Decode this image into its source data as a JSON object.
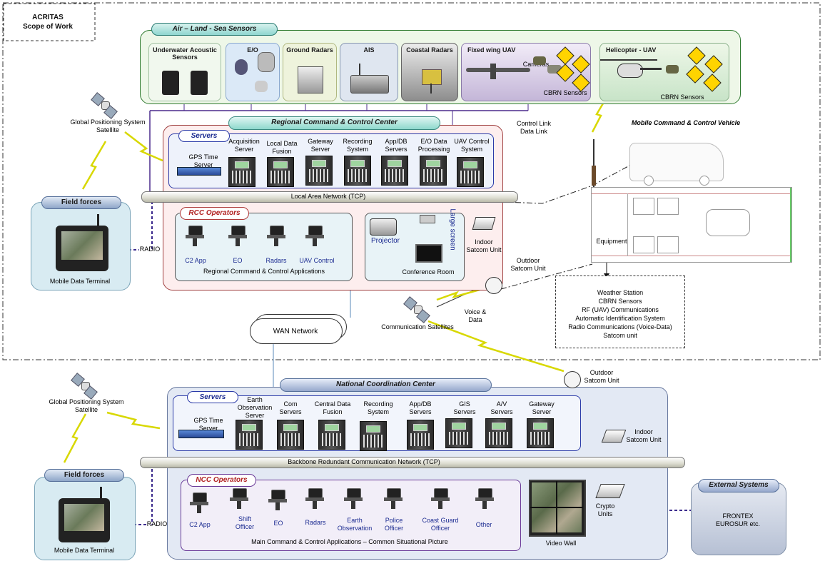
{
  "scope": {
    "title": "ACRITAS\nScope of Work"
  },
  "sensors": {
    "title": "Air – Land - Sea Sensors",
    "items": [
      {
        "label": "Underwater Acoustic\nSensors"
      },
      {
        "label": "E/O"
      },
      {
        "label": "Ground Radars"
      },
      {
        "label": "AIS"
      },
      {
        "label": "Coastal Radars"
      },
      {
        "label": "Fixed wing UAV"
      },
      {
        "label": "Helicopter - UAV"
      }
    ],
    "cameras": "Cameras",
    "cbrn_fixed": "CBRN Sensors",
    "cbrn_heli": "CBRN Sensors"
  },
  "rcc": {
    "title": "Regional Command & Control Center",
    "servers_title": "Servers",
    "gps_time_server": "GPS Time\nServer",
    "servers": [
      "Acquisition\nServer",
      "Local Data\nFusion",
      "Gateway\nServer",
      "Recording\nSystem",
      "App/DB\nServers",
      "E/O Data\nProcessing",
      "UAV Control\nSystem"
    ],
    "lan": "Local Area Network (TCP)",
    "operators_title": "RCC Operators",
    "operators": [
      "C2 App",
      "EO",
      "Radars",
      "UAV Control"
    ],
    "apps": "Regional Command & Control Applications",
    "projector": "Projector",
    "large_screen": "Large screen",
    "conference_room": "Conference Room",
    "indoor_satcom": "Indoor\nSatcom Unit"
  },
  "links": {
    "gps_satellite_top": "Global Positioning System\nSatellite",
    "gps_satellite_bottom": "Global Positioning System\nSatellite",
    "control_link": "Control Link\nData Link",
    "radio_top": "RADIO",
    "radio_bottom": "RADIO",
    "wan": "WAN Network",
    "comm_satellites": "Communication Satellites",
    "voice_data": "Voice &\nData",
    "outdoor_satcom_top": "Outdoor\nSatcom Unit",
    "outdoor_satcom_bottom": "Outdoor\nSatcom Unit"
  },
  "field_forces_top": {
    "title": "Field forces",
    "device": "Mobile Data Terminal"
  },
  "field_forces_bottom": {
    "title": "Field forces",
    "device": "Mobile Data Terminal"
  },
  "vehicle": {
    "title": "Mobile Command & Control Vehicle",
    "equipment": "Equipment",
    "list": [
      "Weather Station",
      "CBRN Sensors",
      "RF (UAV) Communications",
      "Automatic Identification System",
      "Radio Communications (Voice-Data)",
      "Satcom unit"
    ]
  },
  "ncc": {
    "title": "National Coordination Center",
    "servers_title": "Servers",
    "gps_time_server": "GPS Time\nServer",
    "servers": [
      "Earth\nObservation\nServer",
      "Com\nServers",
      "Central Data\nFusion",
      "Recording\nSystem",
      "App/DB\nServers",
      "GIS\nServers",
      "A/V\nServers",
      "Gateway\nServer"
    ],
    "backbone": "Backbone Redundant Communication Network (TCP)",
    "operators_title": "NCC Operators",
    "operators": [
      "C2 App",
      "Shift\nOfficer",
      "EO",
      "Radars",
      "Earth\nObservation",
      "Police\nOfficer",
      "Coast Guard\nOfficer",
      "Other"
    ],
    "apps": "Main Command & Control Applications – Common Situational Picture",
    "video_wall": "Video Wall",
    "crypto": "Crypto\nUnits",
    "indoor_satcom": "Indoor\nSatcom Unit"
  },
  "external": {
    "title": "External Systems",
    "body": "FRONTEX\nEUROSUR etc."
  }
}
